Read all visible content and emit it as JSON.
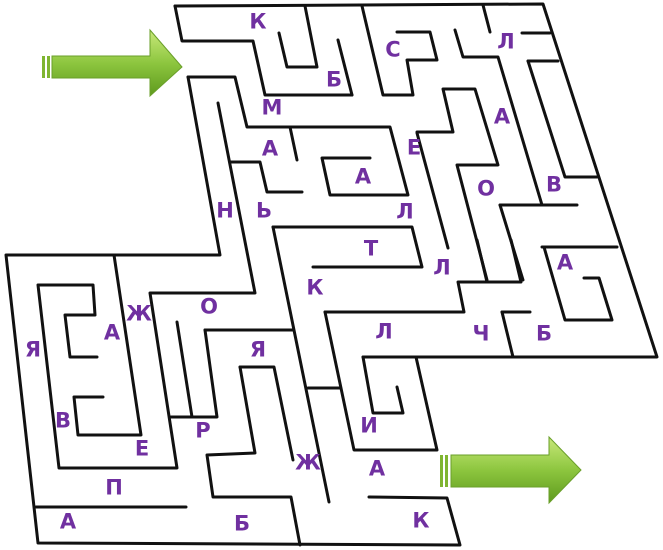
{
  "puzzle": {
    "type": "maze",
    "colors": {
      "letter": "#7030a0",
      "arrow": "#8dc63f",
      "wall": "#111111"
    },
    "entry_arrow_icon": "arrow-right-icon",
    "exit_arrow_icon": "arrow-right-icon",
    "letters": [
      "К",
      "Б",
      "С",
      "Л",
      "М",
      "А",
      "Е",
      "А",
      "А",
      "О",
      "В",
      "Н",
      "Ь",
      "Л",
      "Т",
      "Л",
      "А",
      "К",
      "О",
      "Ж",
      "А",
      "Л",
      "Ч",
      "Б",
      "Я",
      "Я",
      "В",
      "Р",
      "И",
      "Е",
      "Ж",
      "А",
      "П",
      "А",
      "Б",
      "К"
    ]
  }
}
